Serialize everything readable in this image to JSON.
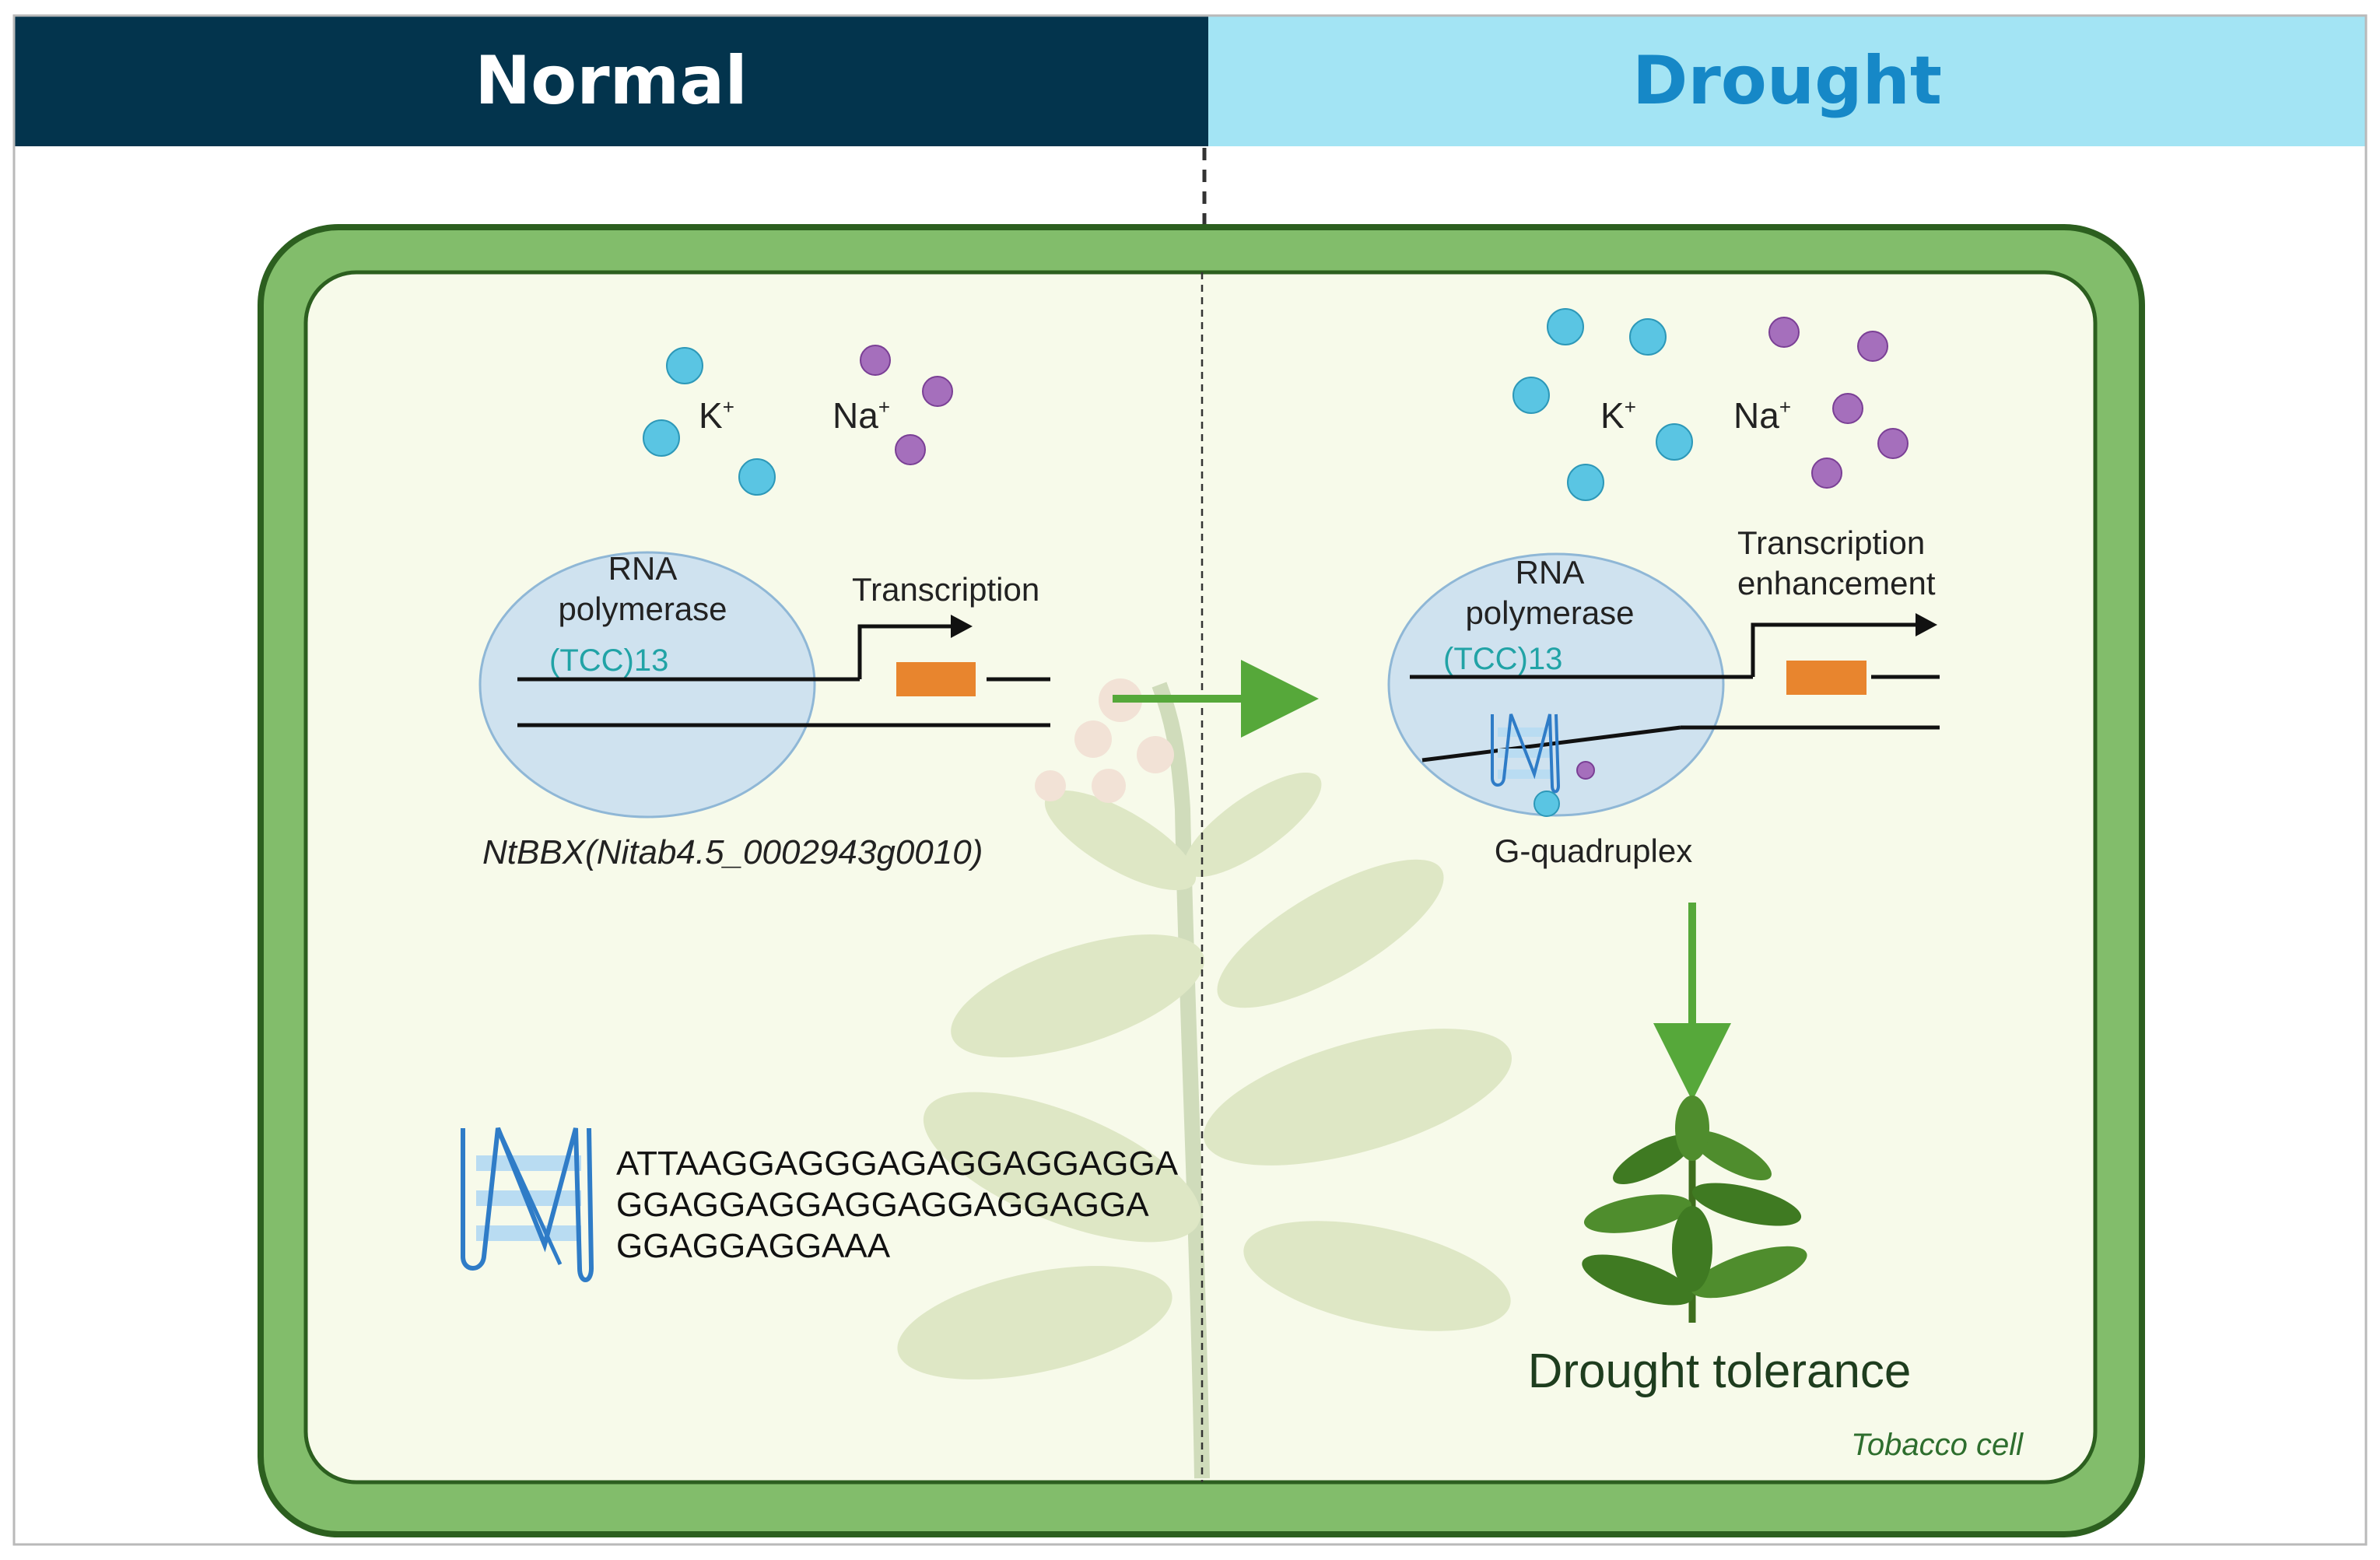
{
  "header": {
    "normal": "Normal",
    "drought": "Drought"
  },
  "normal": {
    "ion_k": "K",
    "ion_na": "Na",
    "ion_plus": "+",
    "polymerase_line1": "RNA",
    "polymerase_line2": "polymerase",
    "repeat": "(TCC)13",
    "transcription": "Transcription",
    "gene_name": "NtBBX",
    "gene_id": "(Nitab4.5_0002943g0010)",
    "sequence": [
      "ATTAAGGAGGGAGAGGAGGAGGA",
      "GGAGGAGGAGGAGGAGGAGGA",
      "GGAGGAGGAAA"
    ]
  },
  "drought": {
    "ion_k": "K",
    "ion_na": "Na",
    "ion_plus": "+",
    "polymerase_line1": "RNA",
    "polymerase_line2": "polymerase",
    "repeat": "(TCC)13",
    "transcription_line1": "Transcription",
    "transcription_line2": "enhancement",
    "g4_label": "G-quadruplex",
    "outcome": "Drought tolerance",
    "cell_label": "Tobacco cell"
  },
  "colors": {
    "header_normal": "#03344d",
    "header_drought": "#a3e4f4",
    "cell_wall": "#82bd6b",
    "cytoplasm": "#f7faea",
    "potassium": "#5ac5e3",
    "sodium": "#a56fbc",
    "polymerase": "#cfe2ef",
    "gene_box": "#e8852e",
    "arrow": "#56a83a",
    "repeat_text": "#21a3a6",
    "g4": "#2f7cc7"
  }
}
